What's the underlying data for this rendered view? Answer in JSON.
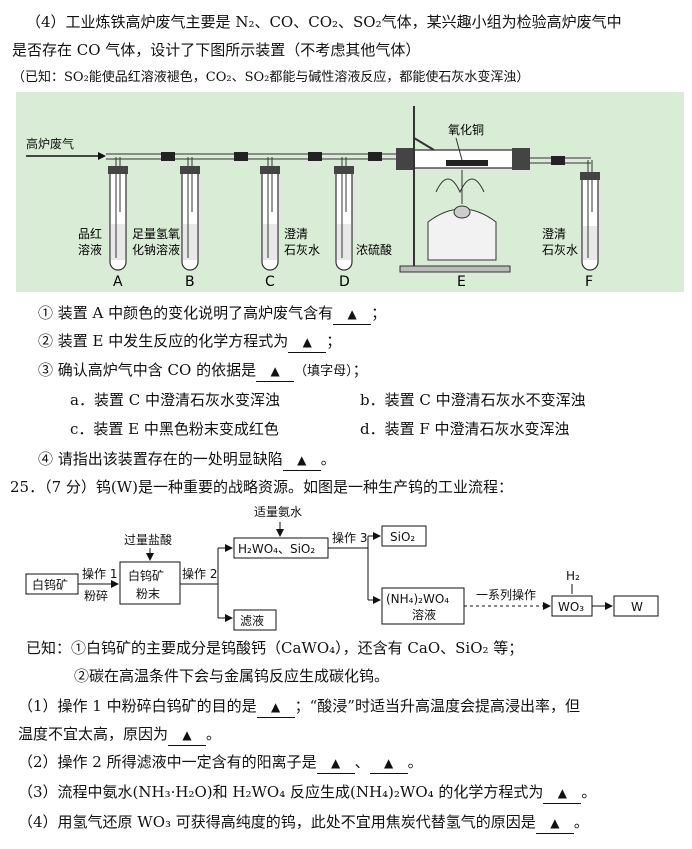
{
  "q4": {
    "line1": "（4）工业炼铁高炉废气主要是 N₂、CO、CO₂、SO₂气体，某兴趣小组为检验高炉废气中",
    "line2": "是否存在 CO 气体，设计了下图所示装置（不考虑其他气体）",
    "known": "（已知：SO₂能使品红溶液褪色，CO₂、SO₂都能与碱性溶液反应，都能使石灰水变浑浊）",
    "apparatus": {
      "gas_in": "高炉废气",
      "copper_oxide": "氧化铜",
      "labels": [
        "A",
        "B",
        "C",
        "D",
        "E",
        "F"
      ],
      "reagents": {
        "A": [
          "品红",
          "溶液"
        ],
        "B": [
          "足量氢氧",
          "化钠溶液"
        ],
        "C": [
          "澄清",
          "石灰水"
        ],
        "D": [
          "浓硫酸"
        ],
        "F": [
          "澄清",
          "石灰水"
        ]
      }
    },
    "sub1": "① 装置 A 中颜色的变化说明了高炉废气含有",
    "sub2": "② 装置 E 中发生反应的化学方程式为",
    "sub3": "③ 确认高炉气中含 CO 的依据是",
    "sub3_hint": "（填字母）",
    "opt_a": "a．装置 C 中澄清石灰水变浑浊",
    "opt_b": "b．装置 C 中澄清石灰水不变浑浊",
    "opt_c": "c．装置 E 中黑色粉末变成红色",
    "opt_d": "d．装置 F 中澄清石灰水变浑浊",
    "sub4": "④ 请指出该装置存在的一处明显缺陷",
    "answer_mark": "▲",
    "semi": "；",
    "period": "。"
  },
  "q25": {
    "title": "25．（7 分）钨(W)是一种重要的战略资源。如图是一种生产钨的工业流程：",
    "flow": {
      "ore": "白钨矿",
      "op1": "操作 1",
      "op1b": "粉碎",
      "powder": [
        "白钨矿",
        "粉末"
      ],
      "acid": "过量盐酸",
      "op2": "操作 2",
      "ammonia": "适量氨水",
      "mix": "H₂WO₄、SiO₂",
      "op3": "操作 3",
      "sio2": "SiO₂",
      "filtrate": "滤液",
      "ammonium": [
        "(NH₄)₂WO₄",
        "溶液"
      ],
      "series": "一系列操作",
      "h2": "H₂",
      "wo3": "WO₃",
      "w": "W"
    },
    "known1": "已知：①白钨矿的主要成分是钨酸钙（CaWO₄），还含有 CaO、SiO₂ 等；",
    "known2": "②碳在高温条件下会与金属钨反应生成碳化钨。",
    "p1a": "（1）操作 1 中粉碎白钨矿的目的是",
    "p1b": "；“酸浸”时适当升高温度会提高浸出率，但",
    "p1c": "温度不宜太高，原因为",
    "p2": "（2）操作 2 所得滤液中一定含有的阳离子是",
    "p2sep": "、",
    "p3": "（3）流程中氨水(NH₃·H₂O)和 H₂WO₄ 反应生成(NH₄)₂WO₄ 的化学方程式为",
    "p4": "（4）用氢气还原 WO₃ 可获得高纯度的钨，此处不宜用焦炭代替氢气的原因是"
  }
}
